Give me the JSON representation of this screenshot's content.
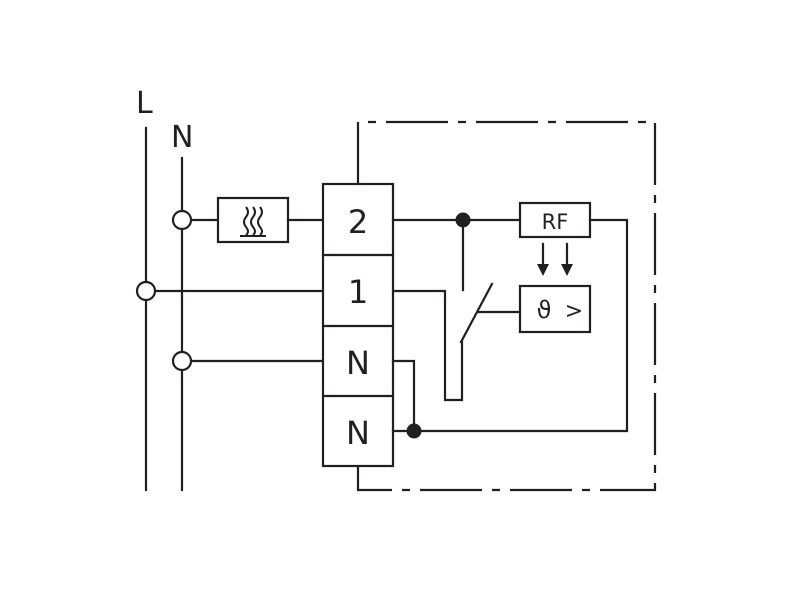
{
  "rails": {
    "line_label": "L",
    "neutral_label": "N"
  },
  "terminals": [
    {
      "id": "t2",
      "label": "2"
    },
    {
      "id": "t1",
      "label": "1"
    },
    {
      "id": "tN1",
      "label": "N"
    },
    {
      "id": "tN2",
      "label": "N"
    }
  ],
  "rf_module": {
    "label": "RF"
  },
  "controller": {
    "symbol": "ϑ",
    "comparator": ">"
  },
  "colors": {
    "ink": "#231f20",
    "background": "#ffffff"
  }
}
